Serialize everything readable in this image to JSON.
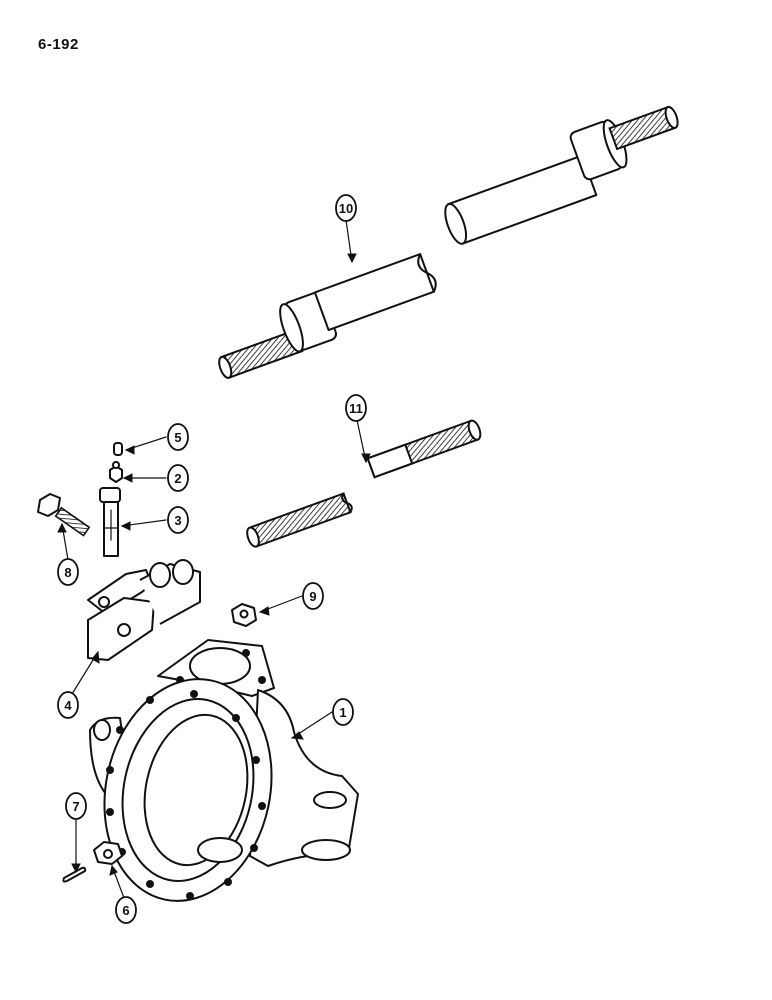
{
  "page": {
    "number": "6-192"
  },
  "callouts": [
    {
      "id": "1",
      "label": "1"
    },
    {
      "id": "2",
      "label": "2"
    },
    {
      "id": "3",
      "label": "3"
    },
    {
      "id": "4",
      "label": "4"
    },
    {
      "id": "5",
      "label": "5"
    },
    {
      "id": "6",
      "label": "6"
    },
    {
      "id": "7",
      "label": "7"
    },
    {
      "id": "8",
      "label": "8"
    },
    {
      "id": "9",
      "label": "9"
    },
    {
      "id": "10",
      "label": "10"
    },
    {
      "id": "11",
      "label": "11"
    }
  ]
}
